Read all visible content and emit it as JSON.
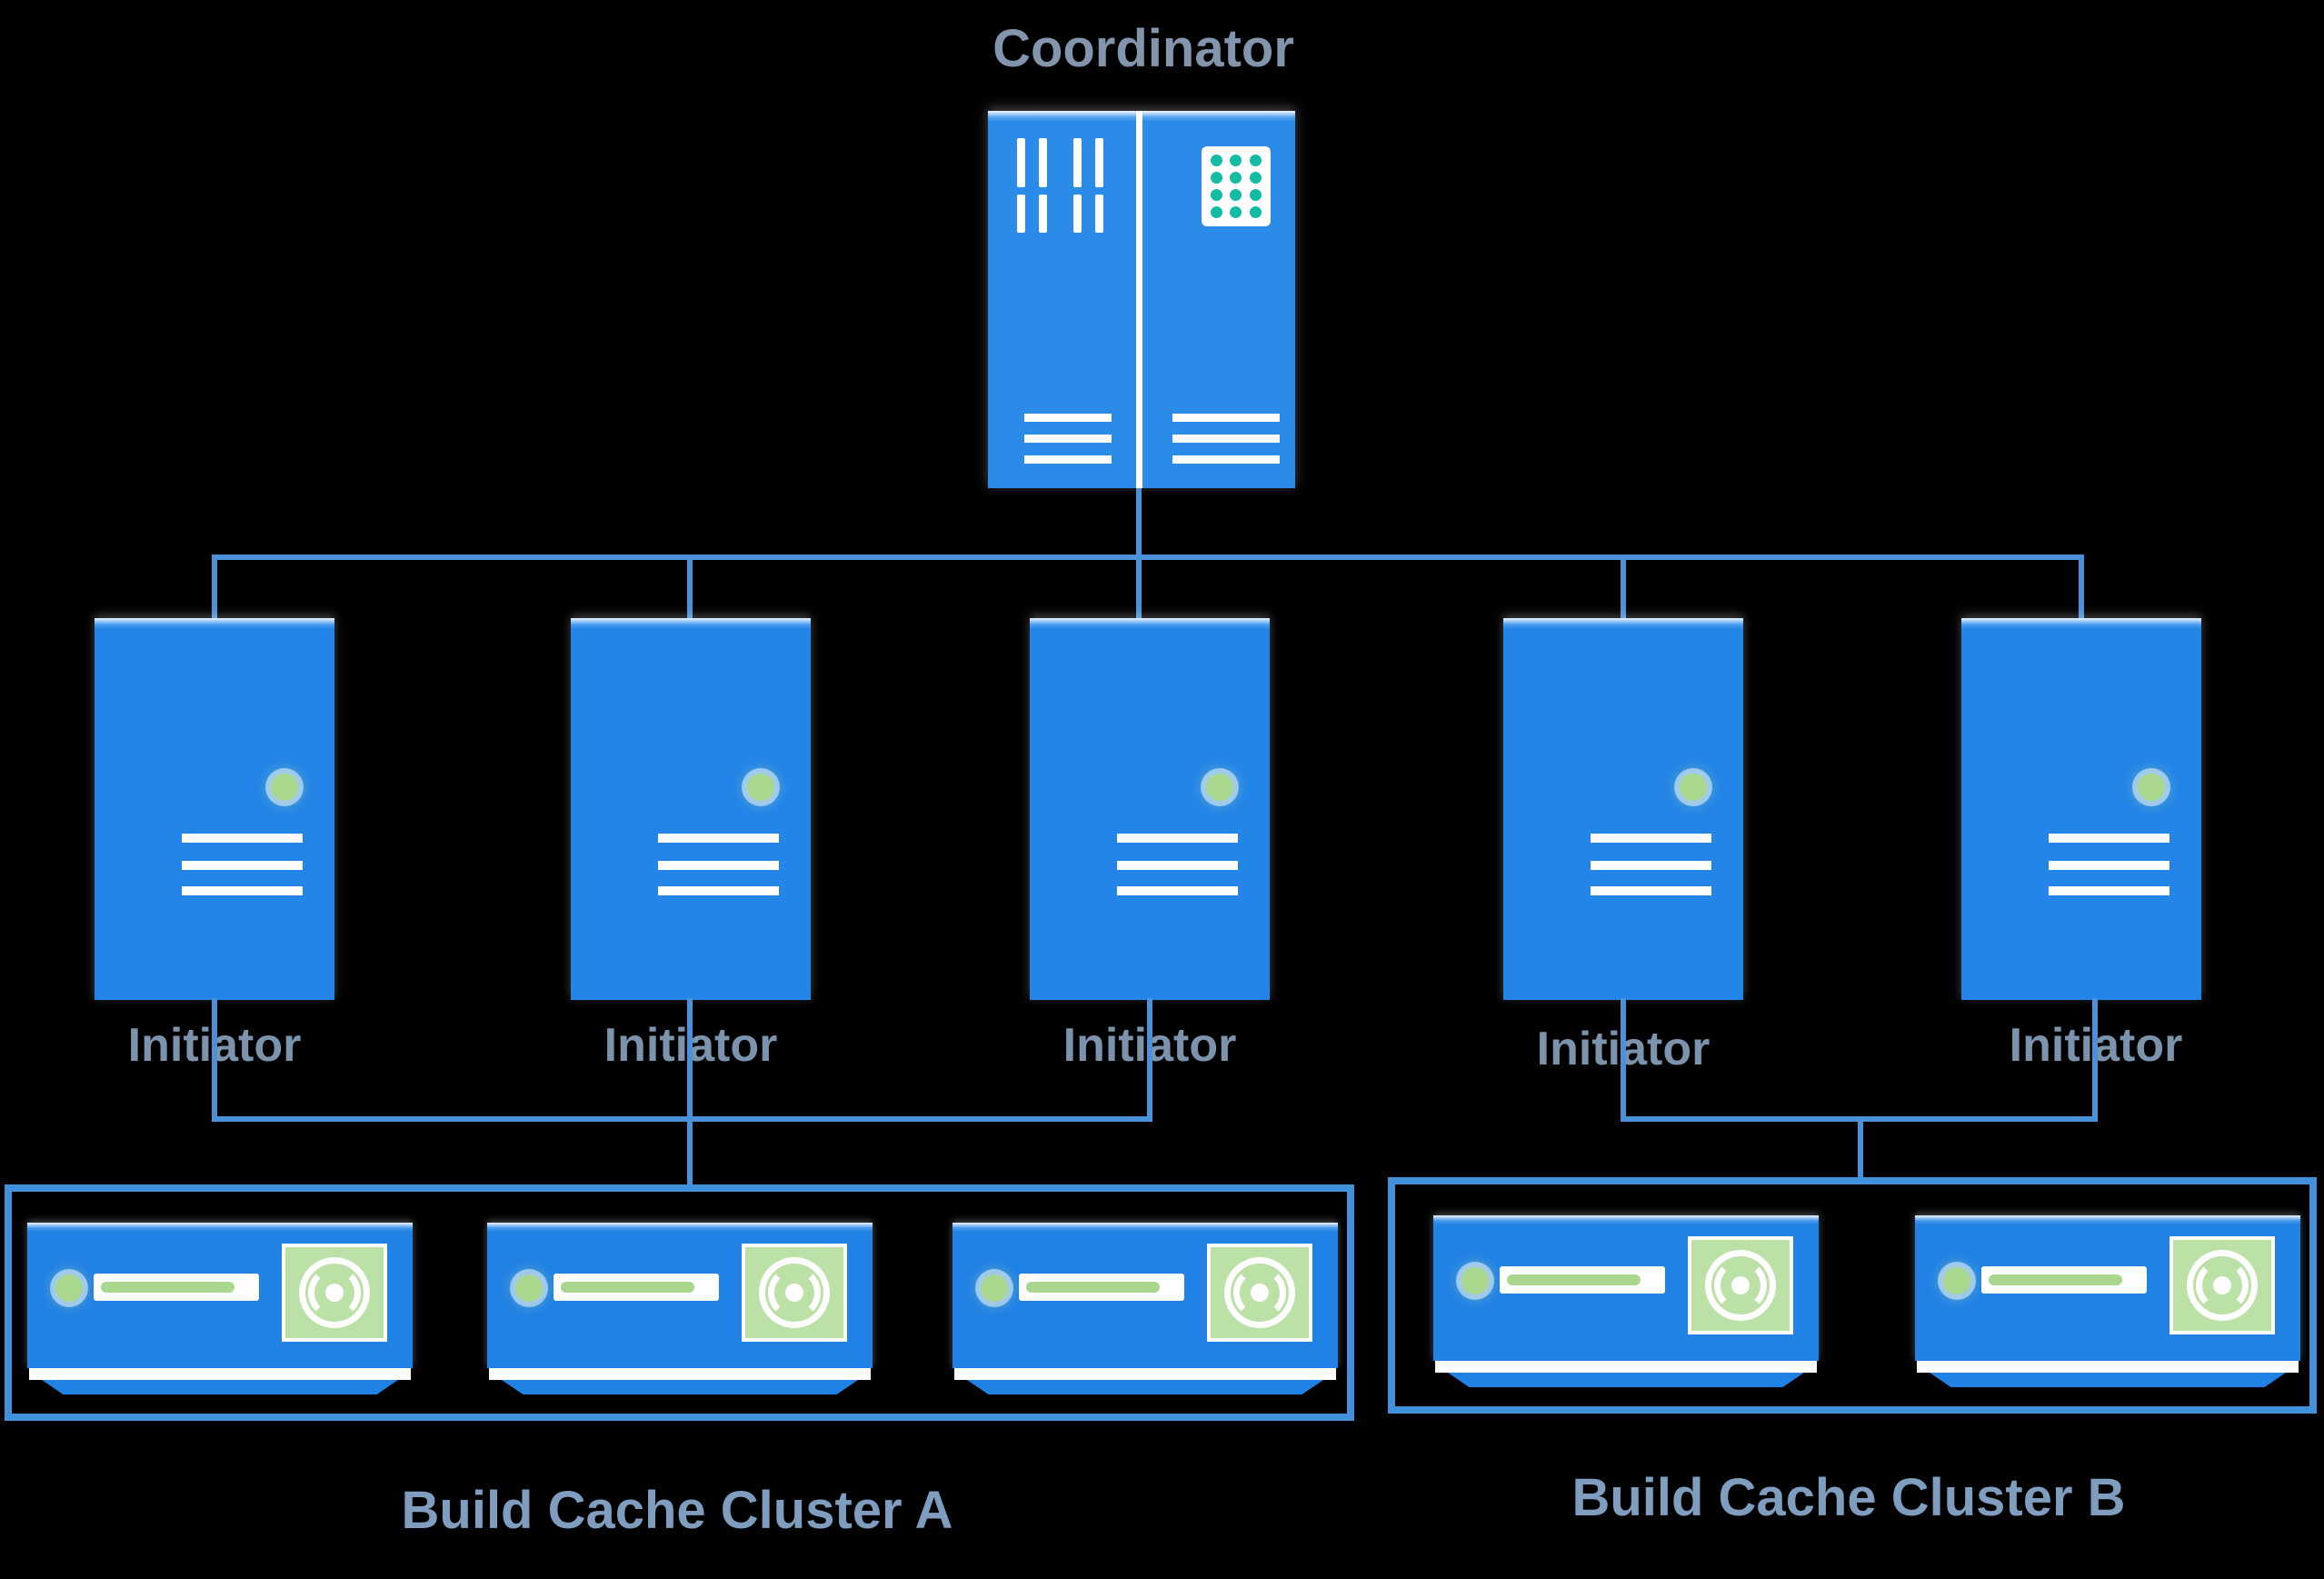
{
  "nodes": {
    "coordinator": {
      "label": "Coordinator"
    },
    "initiators": [
      {
        "label": "Initiator"
      },
      {
        "label": "Initiator"
      },
      {
        "label": "Initiator"
      },
      {
        "label": "Initiator"
      },
      {
        "label": "Initiator"
      }
    ],
    "clusters": [
      {
        "label": "Build Cache Cluster A",
        "device_count": 3
      },
      {
        "label": "Build Cache Cluster B",
        "device_count": 2
      }
    ]
  },
  "edges": [
    {
      "from": "coordinator",
      "to": "initiator-1"
    },
    {
      "from": "coordinator",
      "to": "initiator-2"
    },
    {
      "from": "coordinator",
      "to": "initiator-3"
    },
    {
      "from": "coordinator",
      "to": "initiator-4"
    },
    {
      "from": "coordinator",
      "to": "initiator-5"
    },
    {
      "from": "initiator-1",
      "to": "build-cache-cluster-a"
    },
    {
      "from": "initiator-2",
      "to": "build-cache-cluster-a"
    },
    {
      "from": "initiator-3",
      "to": "build-cache-cluster-a"
    },
    {
      "from": "initiator-4",
      "to": "build-cache-cluster-b"
    },
    {
      "from": "initiator-5",
      "to": "build-cache-cluster-b"
    }
  ],
  "colors": {
    "background": "#000000",
    "server_blue": "#2385E8",
    "device_blue": "#2182E6",
    "connector_blue": "#4A91DA",
    "cluster_border_blue": "#4191DC",
    "node_label_gray_blue": "#8295AC",
    "cluster_label_blue": "#7F9DBE",
    "led_green": "#A9D78E",
    "disc_green": "#BCE1A6",
    "dot_teal": "#14BCA4"
  }
}
